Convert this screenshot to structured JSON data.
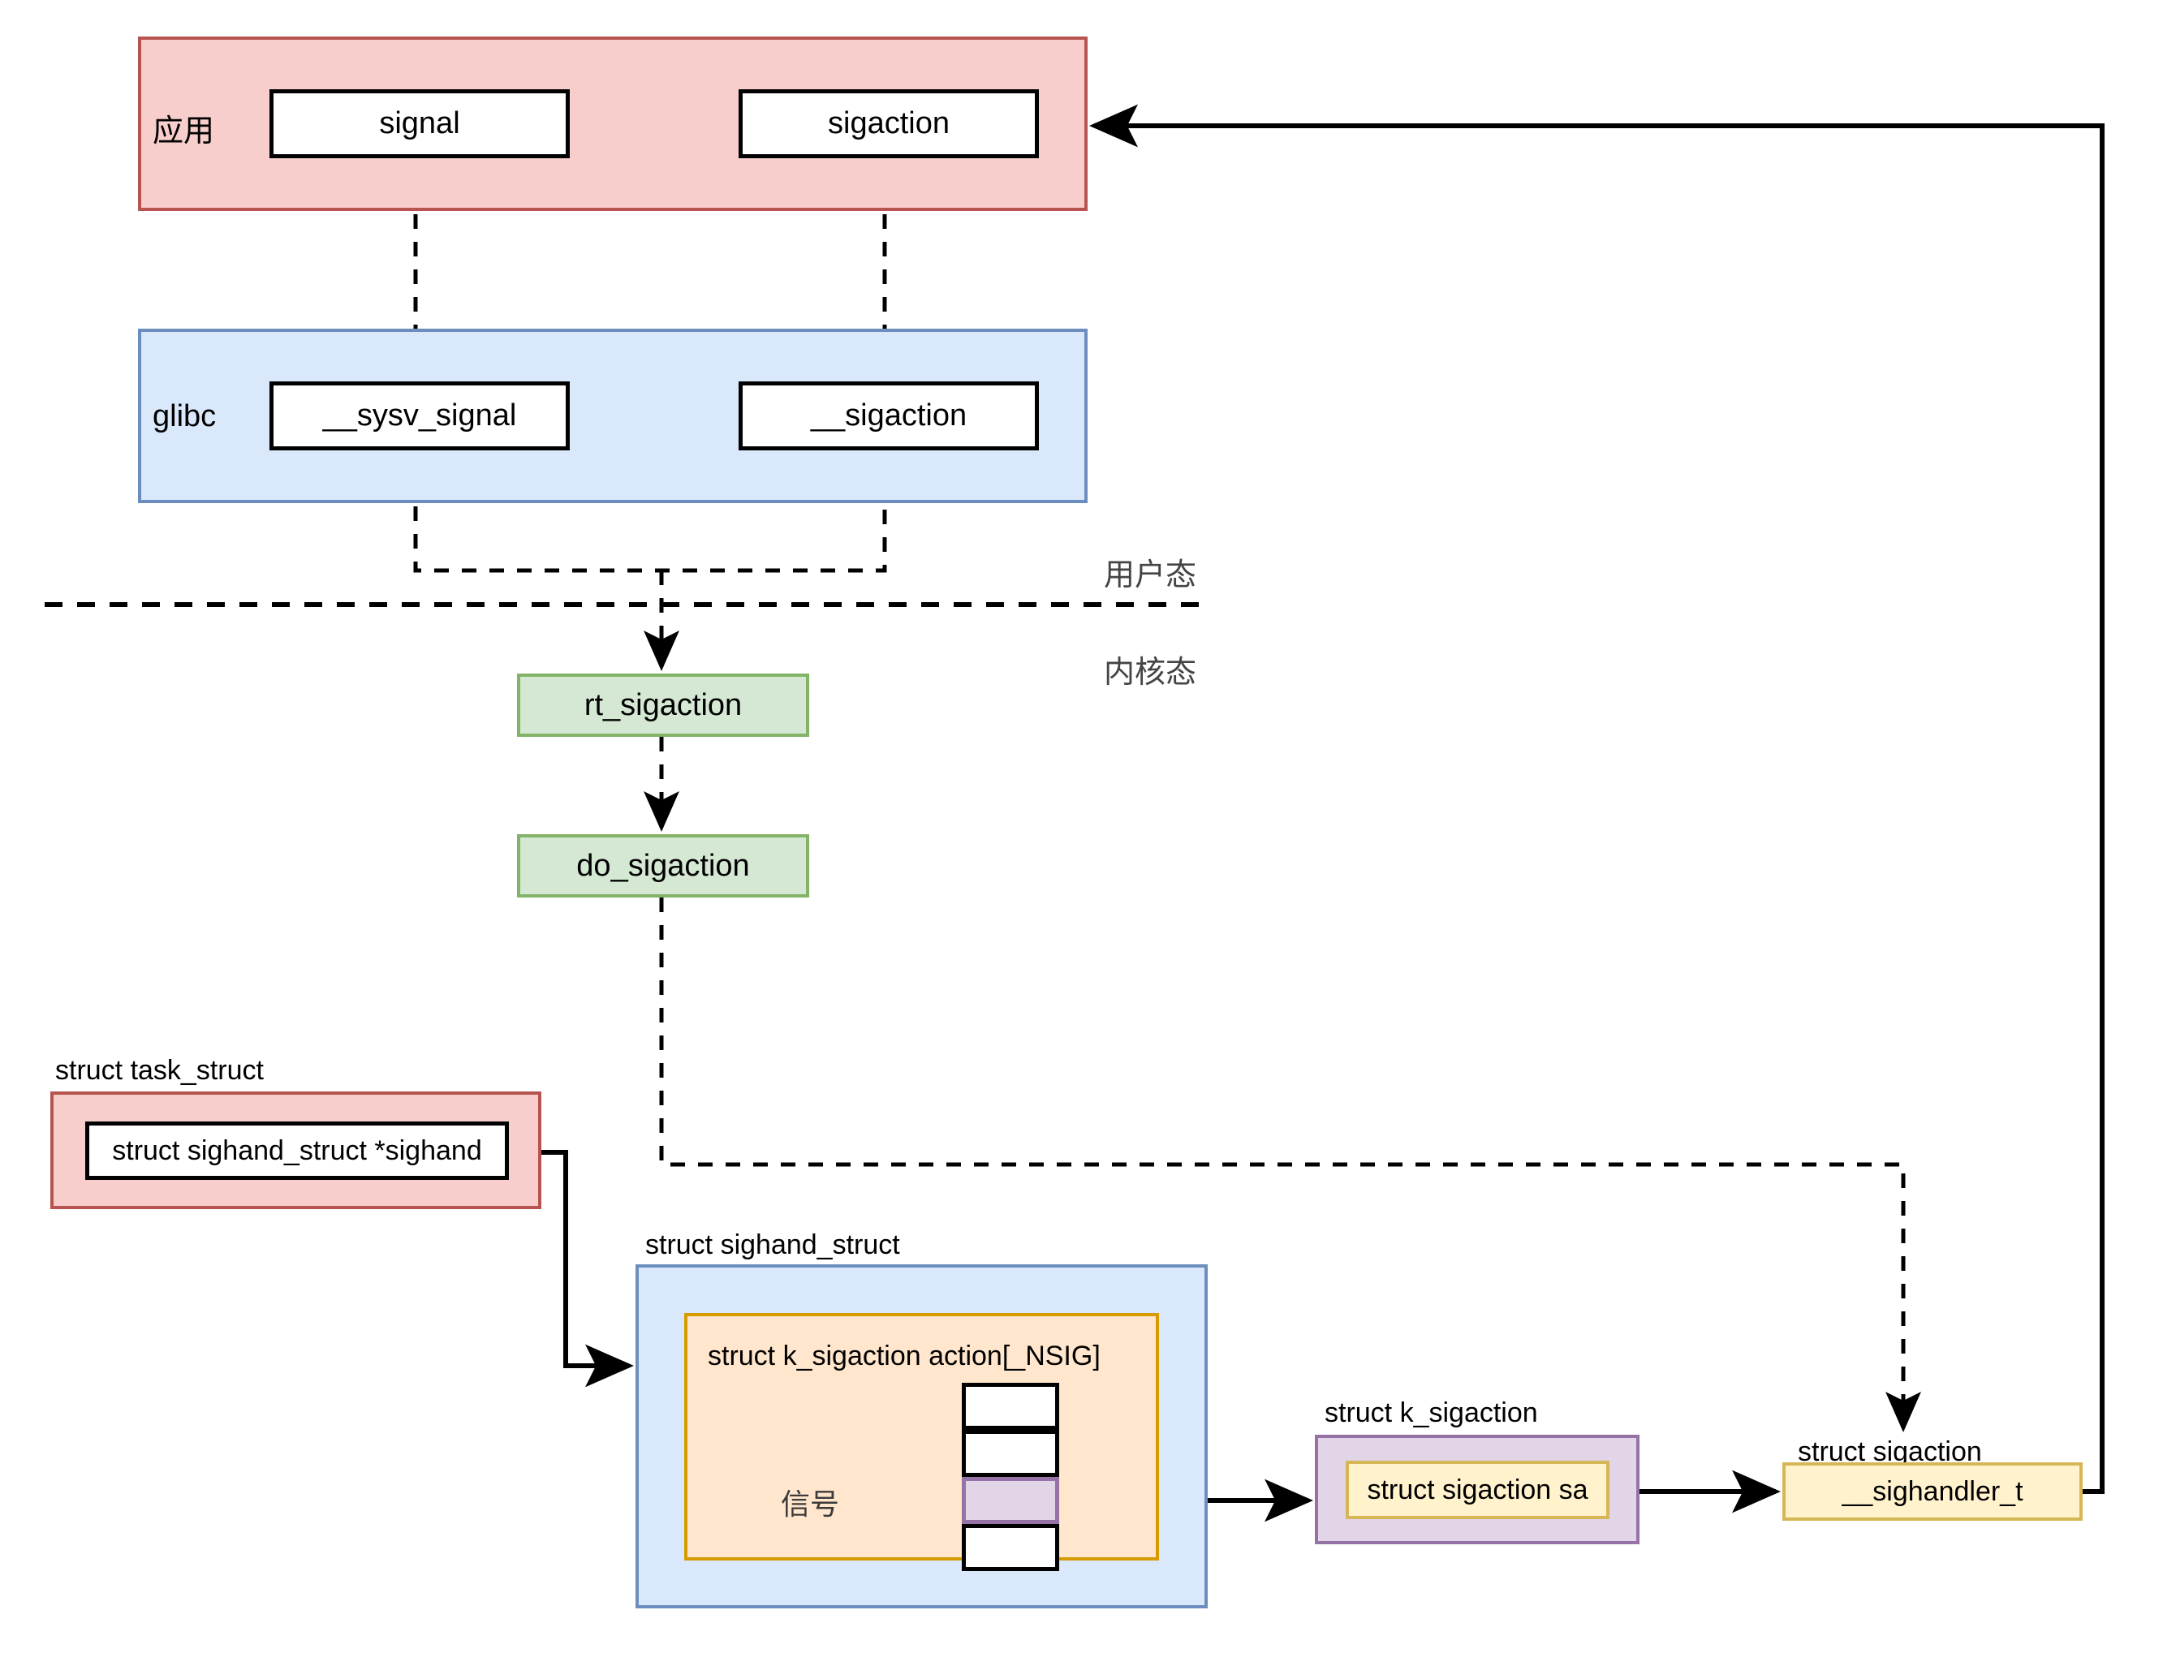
{
  "diagram": {
    "title": "Linux signal registration flow",
    "colors": {
      "app_fill": "#f8cecc",
      "app_stroke": "#b85450",
      "glibc_fill": "#dae8fc",
      "glibc_stroke": "#6c8ebf",
      "kernel_fill": "#d5e8d4",
      "kernel_stroke": "#82b366",
      "array_fill": "#ffe6cc",
      "array_stroke": "#d79b00",
      "purple_fill": "#e1d5e7",
      "purple_stroke": "#9673a6",
      "yellow_fill": "#fff2cc",
      "yellow_stroke": "#d6b656",
      "line": "#000000"
    },
    "layers": {
      "app": {
        "label": "应用",
        "boxes": [
          {
            "label": "signal"
          },
          {
            "label": "sigaction"
          }
        ]
      },
      "glibc": {
        "label": "glibc",
        "boxes": [
          {
            "label": "__sysv_signal"
          },
          {
            "label": "__sigaction"
          }
        ]
      },
      "mode_divider": {
        "user_label": "用户态",
        "kernel_label": "内核态"
      },
      "kernel": {
        "boxes": [
          {
            "label": "rt_sigaction"
          },
          {
            "label": "do_sigaction"
          }
        ]
      }
    },
    "structs": {
      "task_struct": {
        "title": "struct task_struct",
        "field": "struct sighand_struct *sighand"
      },
      "sighand_struct": {
        "title": "struct sighand_struct",
        "array_title": "struct k_sigaction action[_NSIG]",
        "signal_label": "信号",
        "cells": [
          "",
          "",
          "",
          ""
        ],
        "highlighted_cell_index": 2
      },
      "k_sigaction": {
        "title": "struct k_sigaction",
        "field": "struct sigaction sa"
      },
      "sigaction": {
        "title": "struct sigaction",
        "field": "__sighandler_t"
      }
    }
  }
}
